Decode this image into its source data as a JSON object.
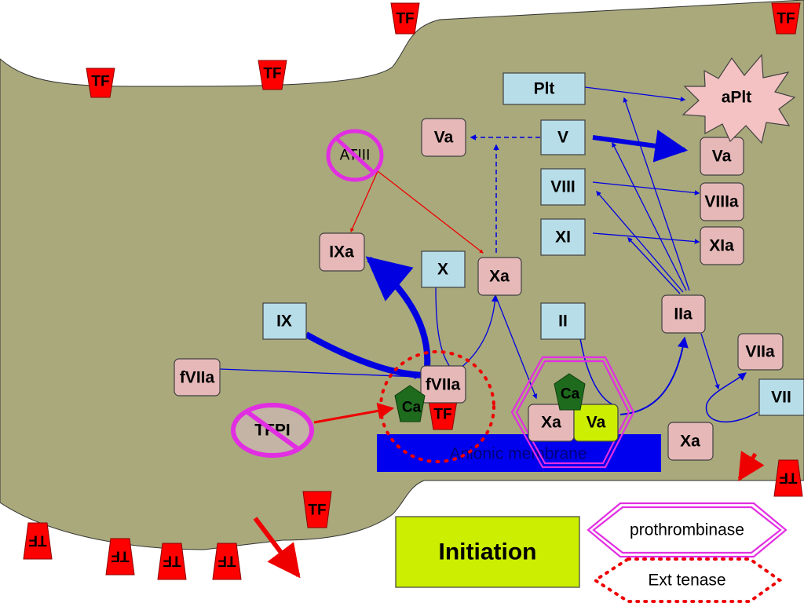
{
  "factors": {
    "plt": "Plt",
    "aplt": "aPlt",
    "va_left": "Va",
    "v": "V",
    "va_right": "Va",
    "viii": "VIII",
    "viiia": "VIIIa",
    "xi": "XI",
    "xia": "XIa",
    "atiii": "ATIII",
    "ixa": "IXa",
    "x": "X",
    "xa_mid": "Xa",
    "ix": "IX",
    "ii": "II",
    "iia": "IIa",
    "viia_right": "VIIa",
    "vii": "VII",
    "fviia_left": "fVIIa",
    "fviia_complex": "fVIIa",
    "tfpi": "TFPI",
    "ca_tenase": "Ca",
    "ca_prothrombinase": "Ca",
    "xa_complex": "Xa",
    "va_complex": "Va",
    "xa_right": "Xa"
  },
  "tf_label": "TF",
  "membrane_label": "Anionic membrane",
  "legend": {
    "phase": "Initiation",
    "prothrombinase": "prothrombinase",
    "ext_tenase": "Ext tenase"
  },
  "colors": {
    "cell": "#a9a97c",
    "blue_box": "#b7dde8",
    "pink_box": "#e6b9b8",
    "arrow_blue": "#0000e0",
    "inhibitor_magenta": "#e22ee2",
    "tf_red": "#ff0000",
    "membrane_blue": "#0000ee",
    "phase_yellow": "#ccee00",
    "ca_green": "#1e6b1e"
  }
}
